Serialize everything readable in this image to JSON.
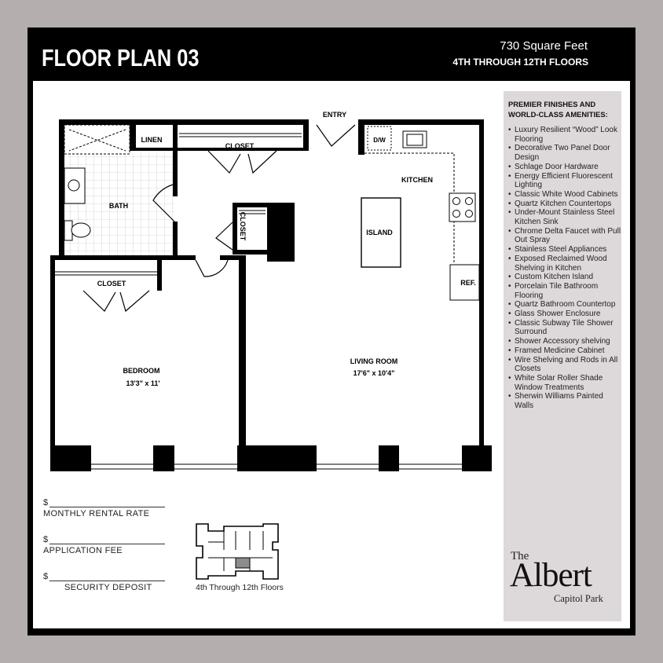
{
  "header": {
    "title": "FLOOR PLAN 03",
    "square_feet": "730 Square Feet",
    "floors": "4TH THROUGH 12TH FLOORS"
  },
  "plan": {
    "entry": "ENTRY",
    "linen": "LINEN",
    "closet_top": "CLOSET",
    "closet_hall": "CLOSET",
    "closet_bedroom": "CLOSET",
    "bath": "BATH",
    "kitchen": "KITCHEN",
    "dw": "D/W",
    "island": "ISLAND",
    "ref": "REF.",
    "bedroom": "BEDROOM",
    "bedroom_dims": "13'3\" x  11'",
    "living_room": "LIVING ROOM",
    "living_dims": "17'6\" x  10'4\""
  },
  "amenities": {
    "heading_line1": "PREMIER FINISHES AND",
    "heading_line2": "WORLD-CLASS AMENITIES:",
    "items": [
      "Luxury Resilient “Wood” Look Flooring",
      "Decorative Two Panel Door Design",
      "Schlage Door Hardware",
      "Energy Efficient Fluorescent Lighting",
      "Classic White Wood Cabinets",
      "Quartz Kitchen Countertops",
      "Under-Mount Stainless Steel Kitchen Sink",
      "Chrome Delta Faucet with Pull Out Spray",
      "Stainless Steel Appliances",
      "Exposed Reclaimed Wood Shelving in Kitchen",
      "Custom Kitchen Island",
      "Porcelain Tile Bathroom Flooring",
      "Quartz Bathroom Countertop",
      "Glass Shower Enclosure",
      "Classic Subway Tile Shower Surround",
      "Shower Accessory shelving",
      "Framed Medicine Cabinet",
      "Wire Shelving and Rods in All Closets",
      "White Solar Roller Shade Window Treatments",
      "Sherwin Williams Painted Walls"
    ]
  },
  "brand": {
    "the": "The",
    "name": "Albert",
    "sub": "Capitol Park"
  },
  "fees": {
    "currency": "$",
    "monthly_rent": "MONTHLY RENTAL RATE",
    "application": "APPLICATION FEE",
    "security": "SECURITY DEPOSIT"
  },
  "keyplan": {
    "caption": "4th Through 12th Floors"
  }
}
